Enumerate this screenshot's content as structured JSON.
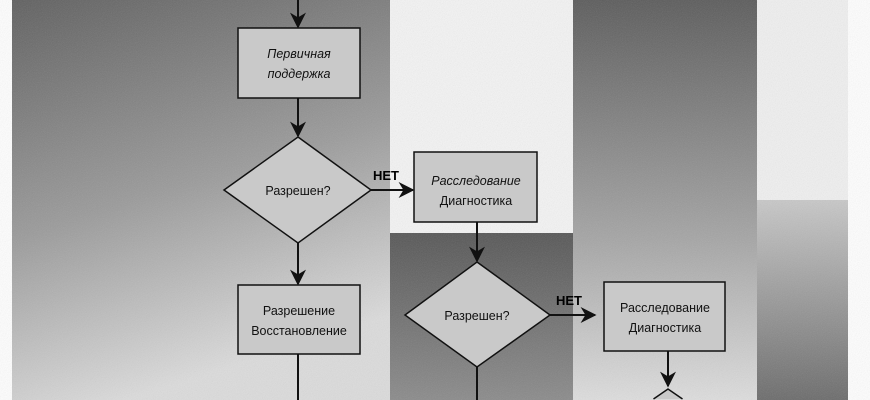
{
  "diagram": {
    "nodes": [
      {
        "id": "primary",
        "type": "process",
        "lines": [
          "Первичная",
          "поддержка"
        ],
        "italic": true
      },
      {
        "id": "decision1",
        "type": "decision",
        "lines": [
          "Разрешен?"
        ]
      },
      {
        "id": "investigate1",
        "type": "process",
        "lines": [
          "Расследование",
          "Диагностика"
        ],
        "italic_first": true
      },
      {
        "id": "resolve",
        "type": "process",
        "lines": [
          "Разрешение",
          "Восстановление"
        ]
      },
      {
        "id": "decision2",
        "type": "decision",
        "lines": [
          "Разрешен?"
        ]
      },
      {
        "id": "investigate2",
        "type": "process",
        "lines": [
          "Расследование",
          "Диагностика"
        ]
      }
    ],
    "edges": [
      {
        "from": "decision1",
        "to": "investigate1",
        "label": "НЕТ"
      },
      {
        "from": "decision2",
        "to": "investigate2",
        "label": "НЕТ"
      }
    ],
    "colors": {
      "band_dark": "#6e6e6e",
      "band_light": "#d8d8d8",
      "node_fill": "#c9c9c9",
      "stroke": "#111111"
    }
  }
}
